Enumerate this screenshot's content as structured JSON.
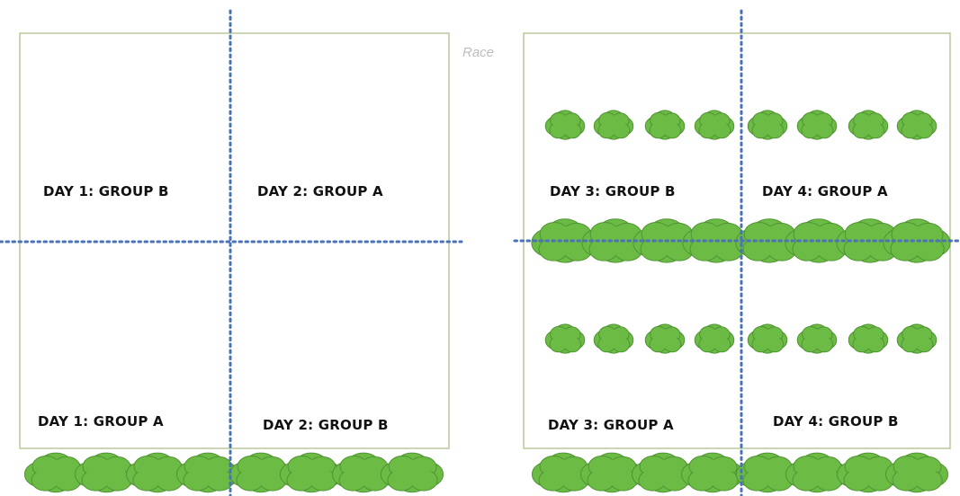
{
  "colors": {
    "plot_border": "#b7c99a",
    "divider": "#4a72b8",
    "bush_fill": "#6cbb45",
    "bush_stroke": "#4f9433",
    "text": "#111111",
    "race_label": "#bdbdbd"
  },
  "race_label": "Race",
  "left_plot": {
    "labels": [
      "DAY 1: GROUP B",
      "DAY 2: GROUP A",
      "DAY 1: GROUP A",
      "DAY 2: GROUP B"
    ],
    "rows": [
      {
        "position": "bottom-outside",
        "size": "large",
        "count": 8
      }
    ]
  },
  "right_plot": {
    "labels": [
      "DAY 3: GROUP B",
      "DAY 4: GROUP A",
      "DAY 3: GROUP A",
      "DAY 4: GROUP B"
    ],
    "rows": [
      {
        "position": "top",
        "size": "small",
        "count": 8
      },
      {
        "position": "middle",
        "size": "large",
        "count": 8
      },
      {
        "position": "lower",
        "size": "small",
        "count": 8
      },
      {
        "position": "bottom-outside",
        "size": "large",
        "count": 8
      }
    ]
  }
}
